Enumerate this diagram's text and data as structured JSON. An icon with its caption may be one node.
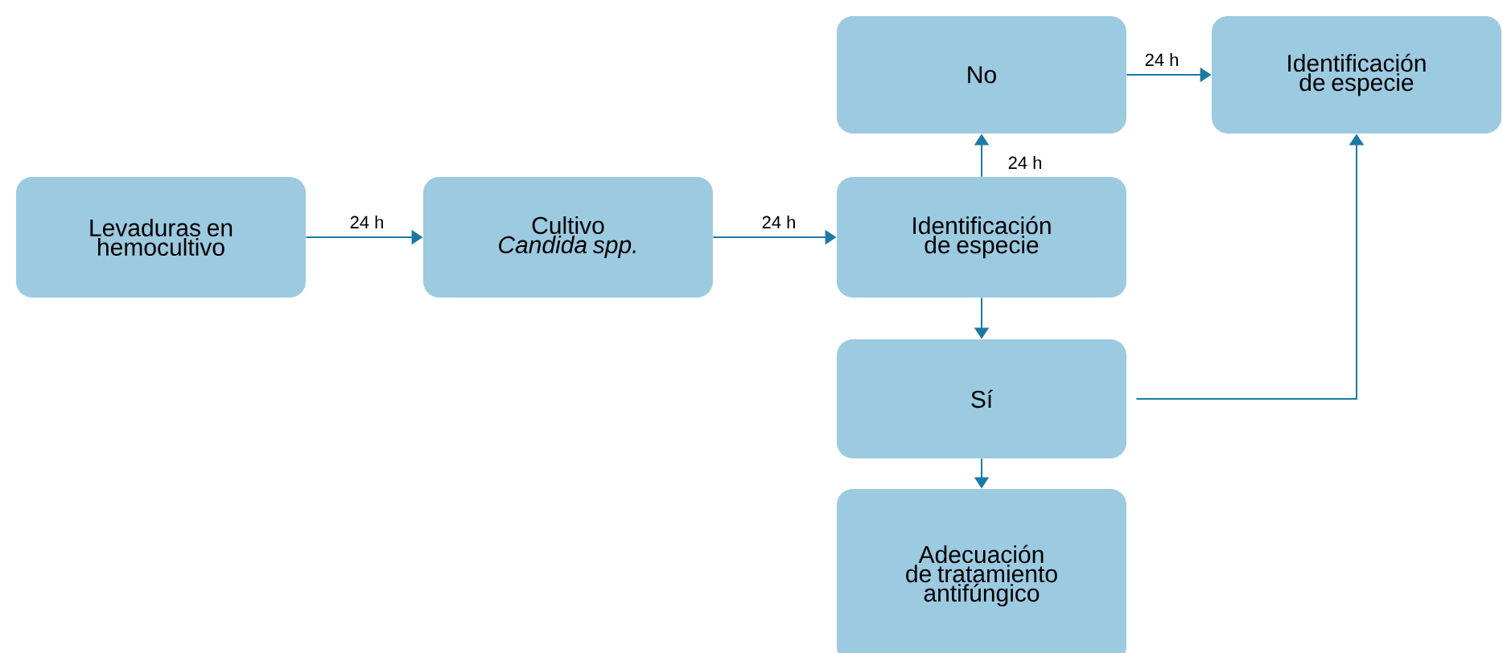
{
  "diagram": {
    "nodes": [
      {
        "text": [
          "Levaduras en hemocultivo"
        ]
      },
      {
        "text": [
          "Cultivo *Candida spp.*"
        ]
      },
      {
        "text": [
          "Identificación de especie"
        ]
      },
      {
        "text": [
          "No"
        ]
      },
      {
        "text": [
          "Identificación de especie"
        ]
      },
      {
        "text": [
          "Sí"
        ]
      },
      {
        "text": [
          "Adecuación de tratamiento antifúngico"
        ]
      }
    ],
    "edges": [
      {
        "from": 0,
        "to": 1,
        "arrow": "to",
        "label": "24 h"
      },
      {
        "from": 1,
        "to": 2,
        "arrow": "to",
        "label": "24 h"
      },
      {
        "from": 2,
        "to": 3,
        "arrow": "to",
        "label": "24 h"
      },
      {
        "from": 3,
        "to": 4,
        "arrow": "to",
        "label": "24 h"
      },
      {
        "from": 2,
        "to": 5,
        "arrow": "to"
      },
      {
        "from": 5,
        "to": 4,
        "arrow": "to"
      },
      {
        "from": 5,
        "to": 6,
        "arrow": "to"
      }
    ]
  }
}
